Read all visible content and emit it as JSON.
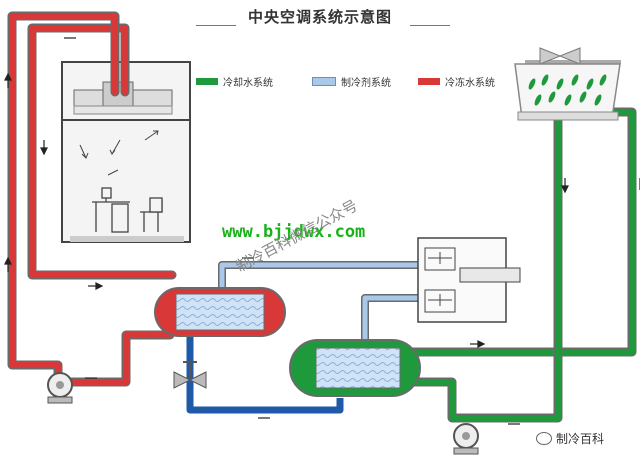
{
  "title": "中央空调系统示意图",
  "legend": [
    {
      "label": "冷却水系统",
      "color": "#1e9a3c"
    },
    {
      "label": "制冷剂系统",
      "color": "#a9c8ea"
    },
    {
      "label": "冷冻水系统",
      "color": "#d83838"
    }
  ],
  "watermark_url": "www.bjjdwx.com",
  "watermark_text": "制冷百科微信公众号",
  "brand": "制冷百科",
  "colors": {
    "chilled_water": "#d83838",
    "cooling_water": "#1e9a3c",
    "refrigerant": "#a9c8ea",
    "refrigerant_dark": "#1f5aa8",
    "pipe_outline": "#6a6a6a"
  }
}
